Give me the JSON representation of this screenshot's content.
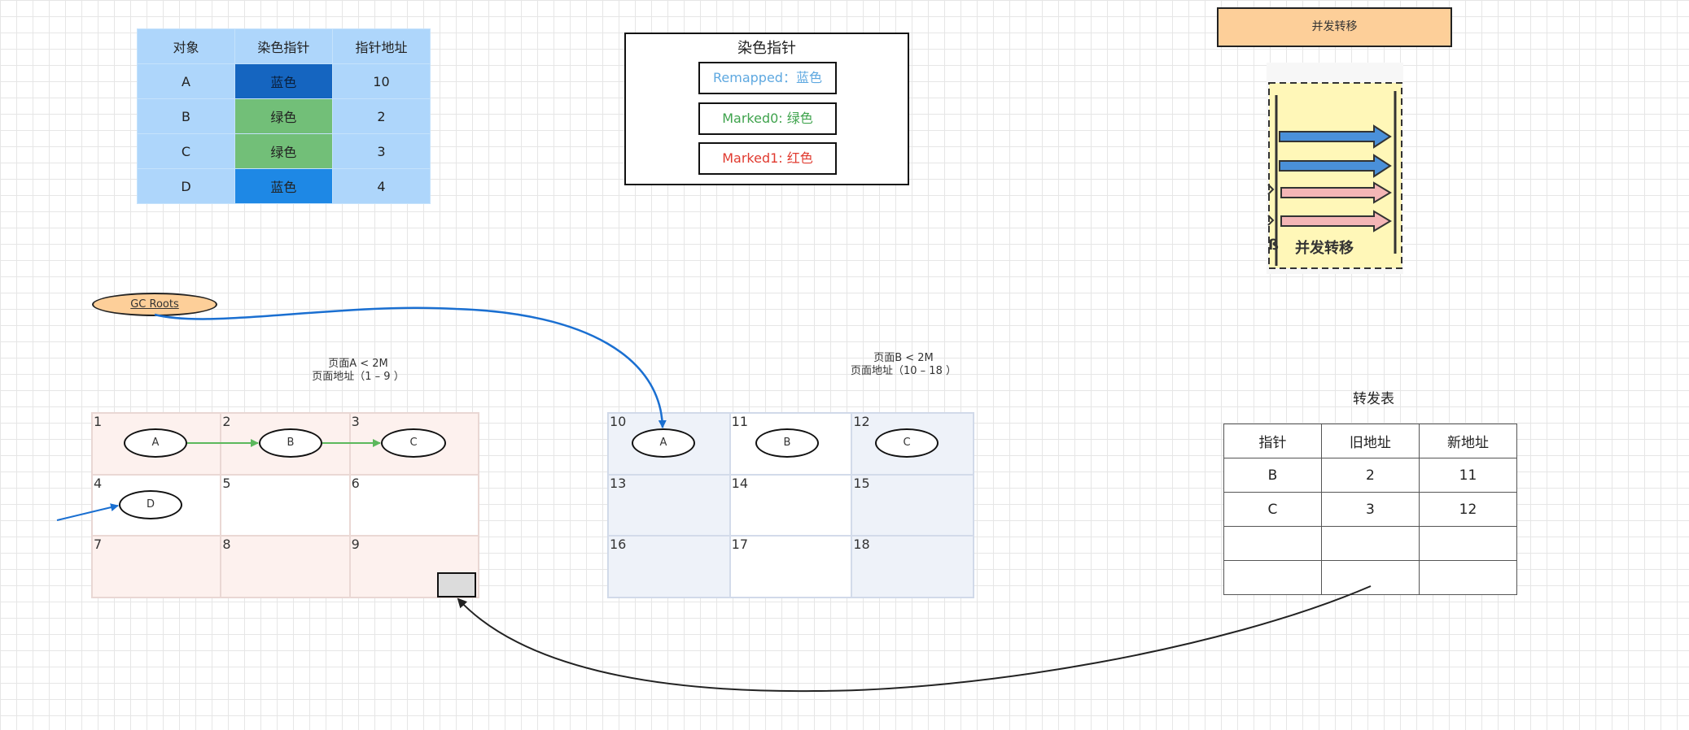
{
  "color_table": {
    "headers": [
      "对象",
      "染色指针",
      "指针地址"
    ],
    "rows": [
      {
        "object": "A",
        "color": "蓝色",
        "address": "10"
      },
      {
        "object": "B",
        "color": "绿色",
        "address": "2"
      },
      {
        "object": "C",
        "color": "绿色",
        "address": "3"
      },
      {
        "object": "D",
        "color": "蓝色",
        "address": "4"
      }
    ]
  },
  "legend": {
    "title": "染色指针",
    "remapped": "Remapped：蓝色",
    "marked0": "Marked0: 绿色",
    "marked1": "Marked1: 红色",
    "colors": {
      "remapped": "#5ea8e0",
      "marked0": "#3fa34d",
      "marked1": "#e03a2f"
    }
  },
  "concurrent_banner": "并发转移",
  "thumbnail": {
    "label": "并发转移",
    "fragment": "ß"
  },
  "gc_roots": "GC  Roots",
  "page_a": {
    "label_line1": "页面A < 2M",
    "label_line2": "页面地址（1 – 9 ）",
    "cells": [
      "1",
      "2",
      "3",
      "4",
      "5",
      "6",
      "7",
      "8",
      "9"
    ],
    "nodes": {
      "a": "A",
      "b": "B",
      "c": "C",
      "d": "D"
    }
  },
  "page_b": {
    "label_line1": "页面B < 2M",
    "label_line2": "页面地址（10 – 18 ）",
    "cells": [
      "10",
      "11",
      "12",
      "13",
      "14",
      "15",
      "16",
      "17",
      "18"
    ],
    "nodes": {
      "a": "A",
      "b": "B",
      "c": "C"
    }
  },
  "forward_table": {
    "title": "转发表",
    "headers": [
      "指针",
      "旧地址",
      "新地址"
    ],
    "rows": [
      [
        "B",
        "2",
        "11"
      ],
      [
        "C",
        "3",
        "12"
      ],
      [
        "",
        "",
        ""
      ],
      [
        "",
        "",
        ""
      ]
    ]
  },
  "edge_colors": {
    "blue": "#1a6fd1",
    "green": "#5cb85c",
    "black": "#222222"
  }
}
